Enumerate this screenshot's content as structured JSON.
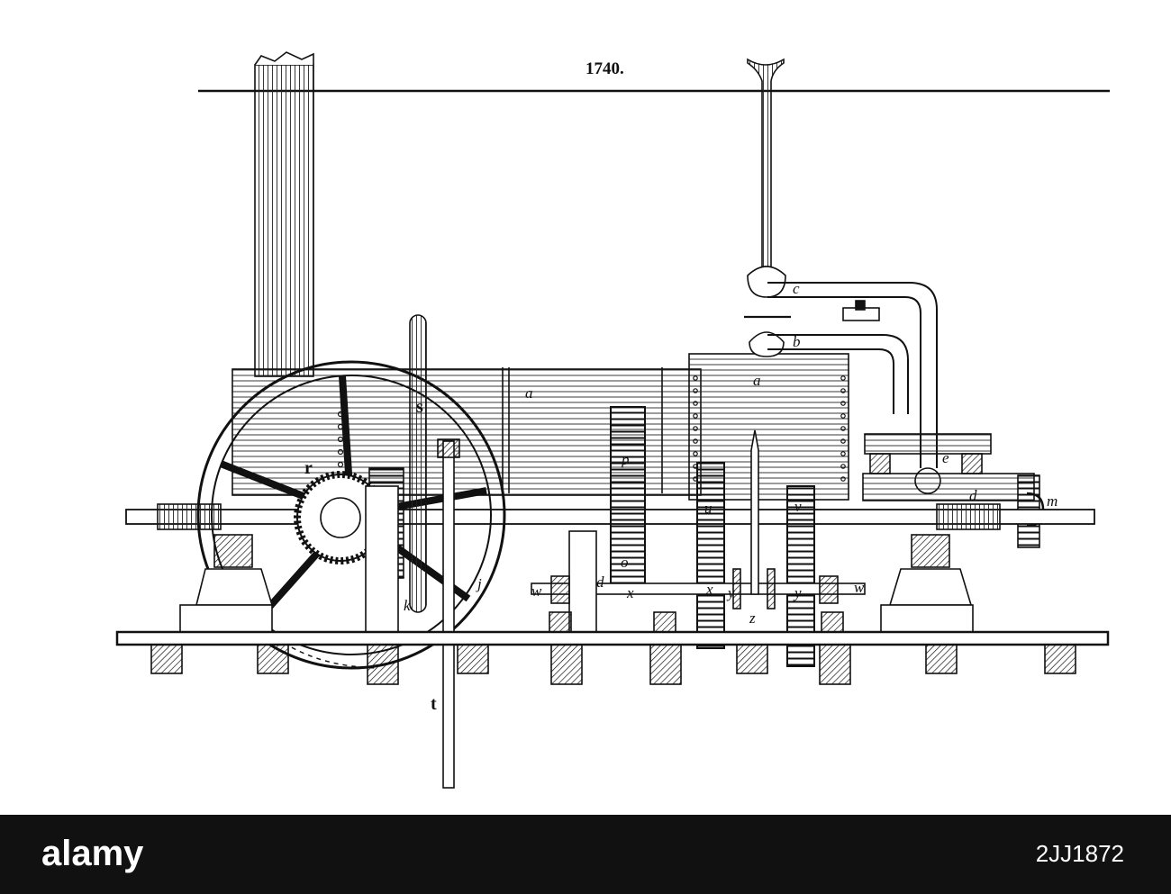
{
  "figure": {
    "number": "1740.",
    "labels": {
      "a1": "a",
      "a2": "a",
      "b": "b",
      "c": "c",
      "d1": "d",
      "d2": "d",
      "e": "e",
      "m": "m",
      "p": "p",
      "o": "o",
      "u": "u",
      "v": "v",
      "w1": "w",
      "w2": "w",
      "x1": "x",
      "x2": "x",
      "y1": "y",
      "y2": "y",
      "z": "z",
      "r": "r",
      "s": "s",
      "t": "t",
      "j": "j",
      "k": "k"
    }
  },
  "watermark": {
    "logo_text": "alamy",
    "image_id": "2JJ1872"
  },
  "colors": {
    "ink": "#111111",
    "paper": "#ffffff",
    "bar": "#111111"
  }
}
